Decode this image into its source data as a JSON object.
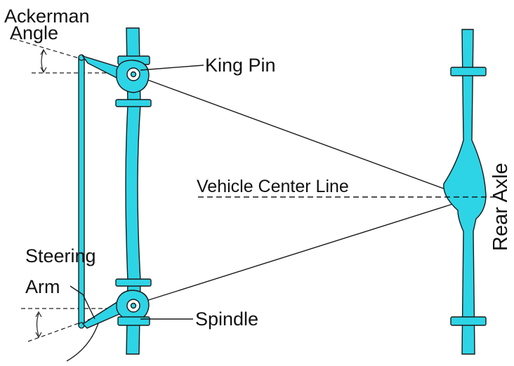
{
  "diagram": {
    "labels": {
      "ackerman_line1": "Ackerman",
      "ackerman_line2": "Angle",
      "king_pin": "King Pin",
      "vehicle_center_line": "Vehicle Center Line",
      "rear_axle": "Rear Axle",
      "steering_line1": "Steering",
      "steering_line2": "Arm",
      "spindle": "Spindle"
    },
    "colors": {
      "part_fill": "#2dd4e6",
      "outline": "#1a1a1a",
      "background": "#ffffff"
    }
  }
}
